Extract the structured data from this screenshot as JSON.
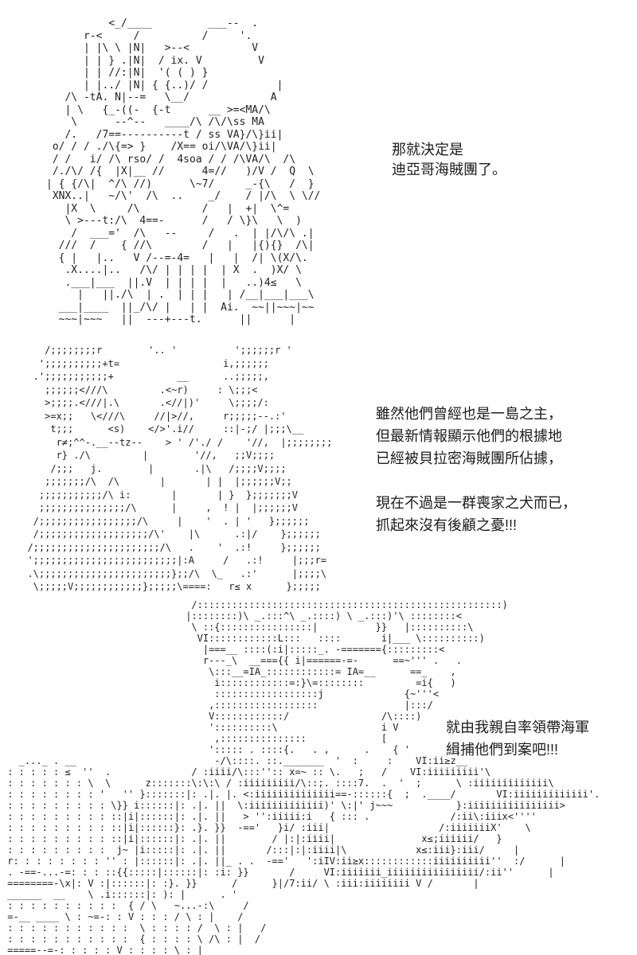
{
  "page": {
    "background_color": "#ffffff",
    "ink_color": "#1f1f1f",
    "kind": "ascii-art-comic"
  },
  "dialogue": [
    {
      "id": "speech-1",
      "lines": [
        "那就決定是",
        "迪亞哥海賊團了。"
      ]
    },
    {
      "id": "speech-2",
      "lines": [
        "雖然他們曾經也是一島之主，",
        "但最新情報顯示他們的根據地",
        "已經被貝拉密海賊團所佔據，",
        "",
        "現在不過是一群喪家之犬而已，",
        "抓起來沒有後顧之憂!!!"
      ]
    },
    {
      "id": "speech-3",
      "lines": [
        "就由我親自率領帶海軍",
        "緝捕他們到案吧!!!"
      ]
    }
  ],
  "panels": [
    {
      "id": "aa-panel-1",
      "description": "ascii-art character with goggles, top panel",
      "art": [
        "          <_/____         ___--  .",
        "      r-<     /          /     '.",
        "      | |\\ \\ |N|   >--<          V",
        "      | | } .|N|  / ix. V         V",
        "      | | //:|N|  '( ( ) }",
        "      | |../ |N| { {..)/ /           |",
        "   /\\ -tA. N|--=   \\__/             A",
        "   | \\   {_-((-  {-t      __ >=<MA/\\",
        "    \\      --^--   ____/\\ /\\/\\ss MA",
        "   /.   /7==----------t / ss VA}/\\}ii|",
        " o/ / / ./\\{=> }    /X== oi/\\VA/\\}ii|",
        " / /   i/ /\\ rso/ /  4soa / / /\\VA/\\  /\\",
        " /./\\/ /{  |X|__ //      4=//   )/V /  Q  \\",
        "| { {/\\|  ^/\\ //)      \\~7/     _-{\\   /  }",
        " XNX..|   ~/\\'  /\\  ..    _/    / |/\\  \\ \\//",
        "   |X  \\     /\\          /   |  +|  \\^=",
        "   \\ >---t:/\\  4==-      /   / \\}\\   \\  )",
        "    /  ___='  /\\   --     /   .  | |/\\/\\ .|",
        "  ///  /    { //\\        /   |   |{){}  /\\|",
        "  { |   |..   V /--=-4=   |   |  /| \\(X/\\.",
        "   .X....|..   /\\/ | | | |  | X  .  )X/ \\",
        "   .___|___  ||.V  | | | |  |   ..)4≤   \\",
        "     |   ||./\\  | .  | | |   | /__|___|___\\",
        "  ___|____  ||_/\\/ |   | |  Ai.  ~~||~~~|~~",
        "  ~~~|~~~   ||  ---+---t.      ||      |"
      ]
    },
    {
      "id": "aa-panel-2",
      "description": "ascii-art two figures with dotted shading, middle panel",
      "art": [
        "     /;;;;;;;;r        '.. '          ';;;;;;r '",
        "    ';;;;;;;;;;+t=                  i,;;;;;;",
        "   .';;;;;;;;;;;+           __      ..;;;;;,",
        "     ;;;;;;<///\\         .<~r)     : \\;;;<",
        "     >;;;;.<///|.\\       .<//|)'     \\;;;;/:",
        "     >=x;;   \\<///\\     //|>//,     r;;;;;--.:'",
        "      t;;;      <s)    </>'.i//     ::|-;/ |;;;\\__",
        "       r≠;^^-.__--tz--    > ' /'./ /    '//,  |;;;;;;;;",
        "       r} ./\\         |        '//,   ;;V;;;;",
        "      /;;;   j.        |       .|\\   /;;;;V;;;;",
        "     ;;;;;;;/\\  /\\       |       | |  |;;;;;;V;;",
        "    ;;;;;;;;;;;/\\ i:       |       | }  };;;;;;;V",
        "    ;;;;;;;;;;;;;;;/\\      |     ,  ! |  |;;;;;;V",
        "   /;;;;;;;;;;;;;;;;;/\\     |    '  . | '   };;;;;;",
        "   /;;;;;;;;;;;;;;;;;;;/\\'    |\\      .:|/    };;;;;;",
        "  /;;;;;;;;;;;;;;;;;;;;;;/\\   .    '  .:!     };;;;;;",
        "  ';;;;;;;;;;;;;;;;;;;;;;;;;|:A     /   .:!     |;;;r=",
        "  .\\;;;;;;;;;;;;;;;;;;;;;;;};;/\\  \\_   .:'      |;;;;\\",
        "   \\;;;;;V;;;;;;;;;;;;};;;;;\\====:   r≤ x      };;;;;"
      ]
    },
    {
      "id": "aa-panel-3",
      "description": "ascii-art marine officer with cap and dotted left figure, bottom panel",
      "art": [
        "                                 /:::::::::::::::::::::::::::::::::::::::::::::::::::::)",
        "                                |::::::::)\\ _.:::^\\ _.::::) \\ _.:::)'\\ ::::::::<",
        "                                 \\ ::{::::::::::::::::|          }}   |::::::::::\\",
        "                                  VI::::::::::::L:::   ::::       i|___ \\::::::::::)",
        "                                   |===__ ::::(:i|:::::_. -======={:::::::::<",
        "                                   r---_\\  __==={{ i|======-=-      ==~''' .   .",
        "                                    \\:::__=IA_::::::::::::= IA=__      ==_    ,",
        "                                     i::::::::::::=:}\\=::::::::         =i{   )",
        "                                     ::::::::::::::::::j              {~'''<",
        "                                    ,::::::::::::::::::               |:::/",
        "                                    V::::::::::::/                /\\::::)",
        "                                    '::::::::::\\                  i V",
        "                                     ,:::::::::::::::             [",
        "                                    '::::: . ::::{.   . ,      .    { '",
        "   _..._ . __                        -/\\::::. ::._______  '  :     :    VI:ii≥z__",
        " : : : : : ≤  ''  .              / :iiii/\\:::'':: x=~ :: \\.   ;   /    VI:iiiiiiiii'\\",
        " : : : : : : : \\  \\      z:::::::\\:\\:\\ / :iiiiiiiii/\\::;. ::::7.  .  '  ;      \\ :iiiiiiiiiiiii\\",
        " : : : : : : : : '   '' }:::::::|: .|. |. <:iiiiiiiiiiiiii==-::::::{  ;  .____/       VI:iiiiiiiiiiiii'.",
        " : : : : : : : : : \\}} i::::::|: .|. ||  \\:iiiiiiiiiiiii)' \\:|' j~~~           }:iiiiiiiiiiiiiiii>",
        " : : : : : : : : : ::|i|::::::|: .|. ||   > '':iiiii:i   { ::: .              /:ii\\:iiix<''''",
        " : : : : : : : : : ::|i|::::::}: .}. }}  -=='   }i/ :iii|                   /:iiiiiiiX'    \\",
        " : : : : : : : : : ::|i|::::::|: .|. ||        / |:|:iiii|               x≤;iiiiii/   }",
        " : : : : : : : : :  j~ |i:::::|: .|. ||       /:::|:|:iiii|\\            x≤:iii}:iii/     |",
        " r: : : : : : : : '' : |::::::|: .|. ||_ . .  -=='   ':iIV:ii≥x::::::::::::iiiiiiiiii''  :/      |",
        " . -==-...-=: : : ::{{:::::|::::::|: :i: }}       /     VI:iiiiiii_iiiiiiiiiiiiiiii/:ii''      |",
        " ========-\\x|: V :|::::::|: :}. }}      /      }|/7:ii/ \\ :iii:iiiiiiii V /       |",
        " ______  __    \\ .i::::::|: ): |      . '",
        " : : : : : : : : : :  { / \\   ~...-:\\     /",
        " =-__ ____ \\ : ~=-: : V : : : / \\ : |    /",
        " : : : : : : : : : : :  \\ : : : : /  \\ : |   /",
        " : : : : : : : : : : :  { : : : : \\ /\\ : |  /",
        " =====--=-: : : : : V : : : : \\ : |"
      ]
    }
  ]
}
